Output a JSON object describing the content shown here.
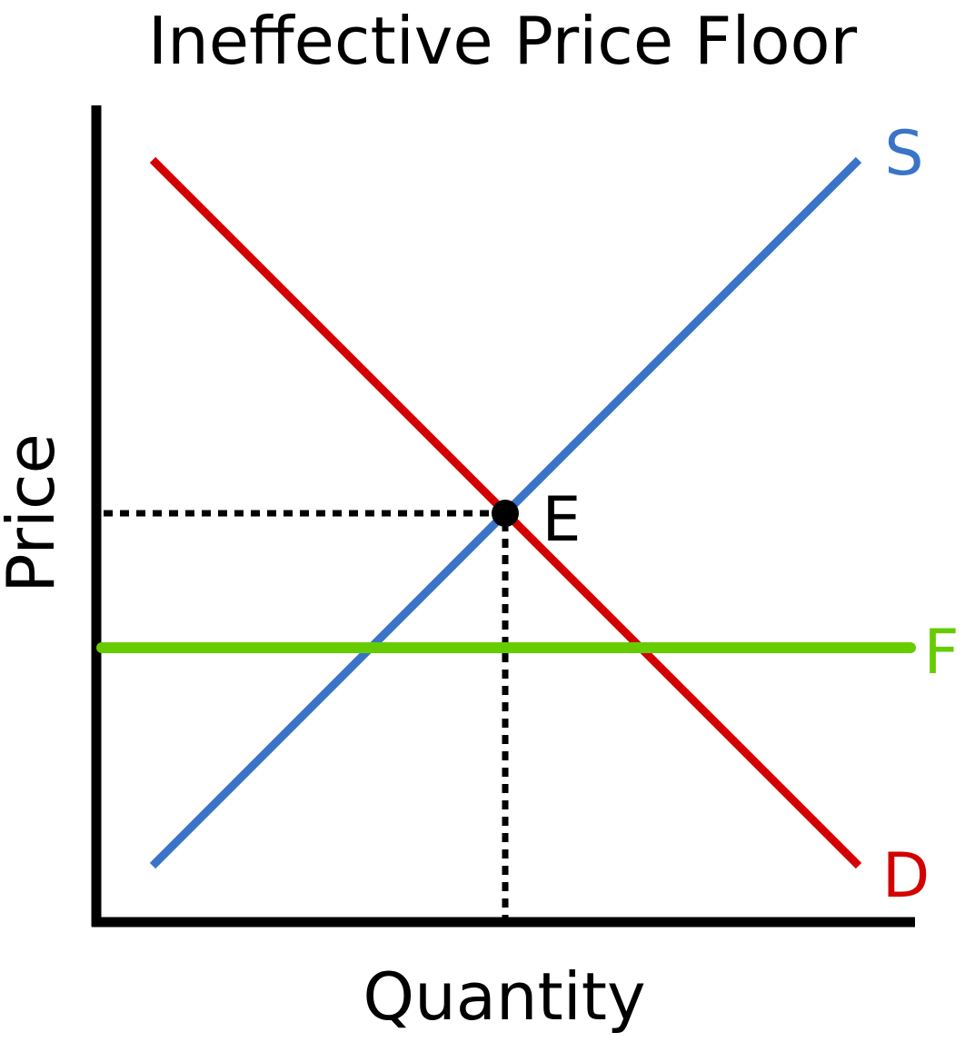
{
  "title": "Ineffective Price Floor",
  "axes": {
    "x_label": "Quantity",
    "y_label": "Price"
  },
  "curves": {
    "supply": {
      "label": "S",
      "color": "#3a74c9"
    },
    "demand": {
      "label": "D",
      "color": "#d40000"
    },
    "floor": {
      "label": "F",
      "color": "#66cc00"
    }
  },
  "equilibrium": {
    "label": "E"
  },
  "colors": {
    "axis": "#000000",
    "guide": "#000000",
    "background": "#ffffff"
  }
}
